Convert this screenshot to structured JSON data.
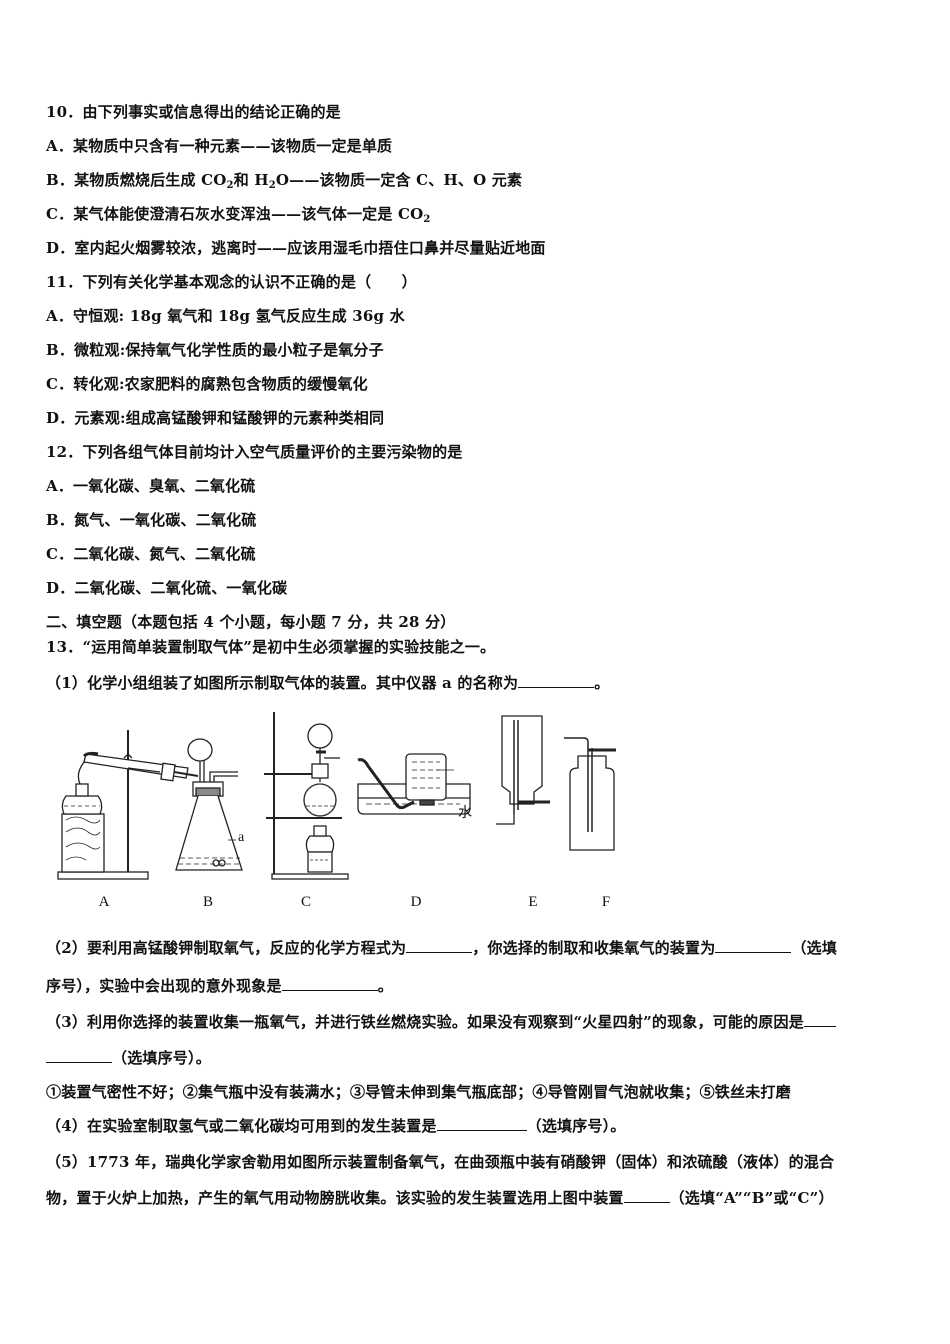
{
  "q10": {
    "stem": "10．由下列事实或信息得出的结论正确的是",
    "options": [
      {
        "letter": "A．",
        "text": "某物质中只含有一种元素——该物质一定是单质"
      },
      {
        "letter": "B．",
        "text_pre": "某物质燃烧后生成 CO",
        "sub1": "2",
        "text_mid": "和 H",
        "sub2": "2",
        "text_post": "O——该物质一定含 C、H、O 元素"
      },
      {
        "letter": "C．",
        "text_pre": "某气体能使澄清石灰水变浑浊——该气体一定是 CO",
        "sub1": "2"
      },
      {
        "letter": "D．",
        "text": "室内起火烟雾较浓，逃离时——应该用湿毛巾捂住口鼻并尽量贴近地面"
      }
    ]
  },
  "q11": {
    "stem": "11．下列有关化学基本观念的认识不正确的是（　　）",
    "options": [
      {
        "letter": "A．",
        "text": "守恒观: 18g 氧气和 18g 氢气反应生成 36g 水"
      },
      {
        "letter": "B．",
        "text": "微粒观:保持氧气化学性质的最小粒子是氧分子"
      },
      {
        "letter": "C．",
        "text": "转化观:农家肥料的腐熟包含物质的缓慢氧化"
      },
      {
        "letter": "D．",
        "text": "元素观:组成高锰酸钾和锰酸钾的元素种类相同"
      }
    ]
  },
  "q12": {
    "stem": "12．下列各组气体目前均计入空气质量评价的主要污染物的是",
    "options": [
      {
        "letter": "A．",
        "text": "一氧化碳、臭氧、二氧化硫"
      },
      {
        "letter": "B．",
        "text": "氮气、一氧化碳、二氧化硫"
      },
      {
        "letter": "C．",
        "text": "二氧化碳、氮气、二氧化硫"
      },
      {
        "letter": "D．",
        "text": "二氧化碳、二氧化硫、一氧化碳"
      }
    ]
  },
  "section2": {
    "heading": "二、填空题（本题包括 4 个小题，每小题 7 分，共 28 分）"
  },
  "q13": {
    "stem": "13．“运用简单装置制取气体”是初中生必须掌握的实验技能之一。",
    "part1": {
      "text": "（1）化学小组组装了如图所示制取气体的装置。其中仪器 a 的名称为",
      "end": "。"
    },
    "figure": {
      "labels": [
        "A",
        "B",
        "C",
        "D",
        "E",
        "F"
      ],
      "annot_a": "a",
      "annot_water": "水"
    },
    "part2": {
      "line1_a": "（2）要利用高锰酸钾制取氧气，反应的化学方程式为",
      "line1_b": "，你选择的制取和收集氧气的装置为",
      "line1_c": "（选填",
      "line2_a": "序号），实验中会出现的意外现象是",
      "line2_end": "。"
    },
    "part3": {
      "line1": "（3）利用你选择的装置收集一瓶氧气，并进行铁丝燃烧实验。如果没有观察到“火星四射”的现象，可能的原因是",
      "line2": "（选填序号）。",
      "choices": "①装置气密性不好；②集气瓶中没有装满水；③导管未伸到集气瓶底部；④导管刚冒气泡就收集；⑤铁丝未打磨"
    },
    "part4": {
      "text": "（4）在实验室制取氢气或二氧化碳均可用到的发生装置是",
      "end": "（选填序号）。"
    },
    "part5": {
      "line1": "（5）1773 年，瑞典化学家舍勒用如图所示装置制备氧气，在曲颈瓶中装有硝酸钾（固体）和浓硫酸（液体）的混合",
      "line2_a": "物，置于火炉上加热，产生的氧气用动物膀胱收集。该实验的发生装置选用上图中装置",
      "line2_end": "（选填“A”“B”或“C”）"
    }
  }
}
